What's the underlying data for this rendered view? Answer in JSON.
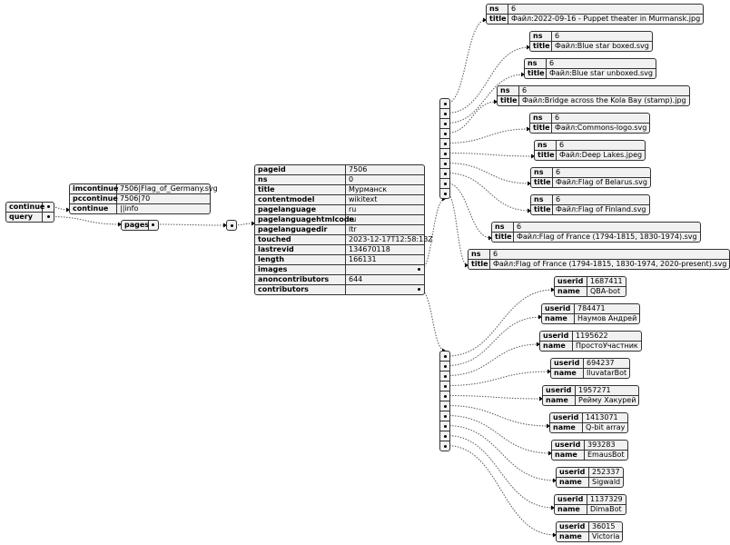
{
  "root": {
    "rows": [
      {
        "key": "continue"
      },
      {
        "key": "query"
      }
    ]
  },
  "continue": {
    "rows": [
      {
        "key": "imcontinue",
        "value": "7506|Flag_of_Germany.svg"
      },
      {
        "key": "pccontinue",
        "value": "7506|70"
      },
      {
        "key": "continue",
        "value": "||info"
      }
    ]
  },
  "query": {
    "pages_key": "pages"
  },
  "page": {
    "rows": [
      {
        "key": "pageid",
        "value": "7506"
      },
      {
        "key": "ns",
        "value": "0"
      },
      {
        "key": "title",
        "value": "Мурманск"
      },
      {
        "key": "contentmodel",
        "value": "wikitext"
      },
      {
        "key": "pagelanguage",
        "value": "ru"
      },
      {
        "key": "pagelanguagehtmlcode",
        "value": "ru"
      },
      {
        "key": "pagelanguagedir",
        "value": "ltr"
      },
      {
        "key": "touched",
        "value": "2023-12-17T12:58:13Z"
      },
      {
        "key": "lastrevid",
        "value": "134670118"
      },
      {
        "key": "length",
        "value": "166131"
      },
      {
        "key": "images",
        "value": ""
      },
      {
        "key": "anoncontributors",
        "value": "644"
      },
      {
        "key": "contributors",
        "value": ""
      }
    ]
  },
  "labels": {
    "ns": "ns",
    "title": "title",
    "userid": "userid",
    "name": "name"
  },
  "images": [
    {
      "ns": "6",
      "title": "Файл:2022-09-16 - Puppet theater in Murmansk.jpg"
    },
    {
      "ns": "6",
      "title": "Файл:Blue star boxed.svg"
    },
    {
      "ns": "6",
      "title": "Файл:Blue star unboxed.svg"
    },
    {
      "ns": "6",
      "title": "Файл:Bridge across the Kola Bay (stamp).jpg"
    },
    {
      "ns": "6",
      "title": "Файл:Commons-logo.svg"
    },
    {
      "ns": "6",
      "title": "Файл:Deep Lakes.jpeg"
    },
    {
      "ns": "6",
      "title": "Файл:Flag of Belarus.svg"
    },
    {
      "ns": "6",
      "title": "Файл:Flag of Finland.svg"
    },
    {
      "ns": "6",
      "title": "Файл:Flag of France (1794-1815, 1830-1974).svg"
    },
    {
      "ns": "6",
      "title": "Файл:Flag of France (1794-1815, 1830-1974, 2020-present).svg"
    }
  ],
  "contributors": [
    {
      "userid": "1687411",
      "name": "QBA-bot"
    },
    {
      "userid": "784471",
      "name": "Наумов Андрей"
    },
    {
      "userid": "1195622",
      "name": "ПростоУчастник"
    },
    {
      "userid": "694237",
      "name": "IluvatarBot"
    },
    {
      "userid": "1957271",
      "name": "Рейму Хакурей"
    },
    {
      "userid": "1413071",
      "name": "Q-bit array"
    },
    {
      "userid": "393283",
      "name": "EmausBot"
    },
    {
      "userid": "252337",
      "name": "Sigwald"
    },
    {
      "userid": "1137329",
      "name": "DimaBot"
    },
    {
      "userid": "36015",
      "name": "Victoria"
    }
  ]
}
